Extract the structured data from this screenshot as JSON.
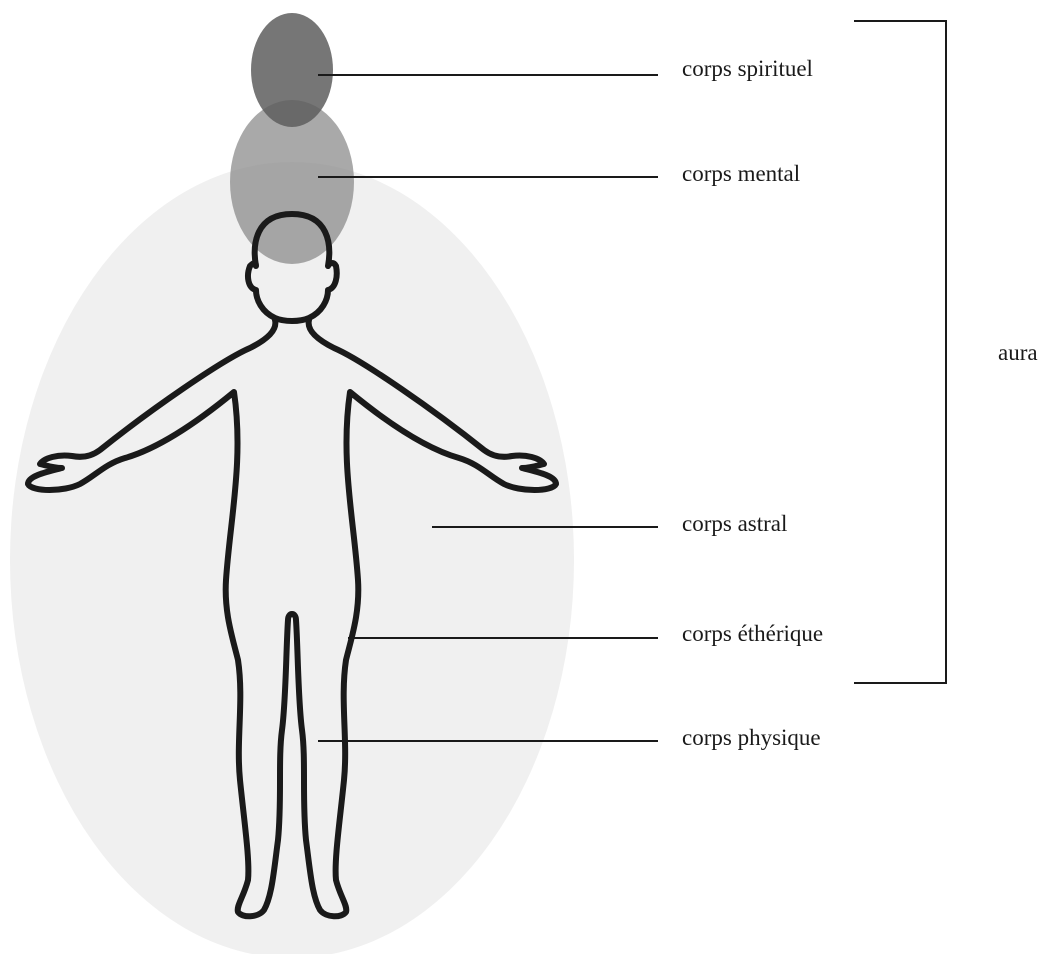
{
  "labels": {
    "spiritual": "corps spirituel",
    "mental": "corps mental",
    "astral": "corps astral",
    "etheric": "corps éthérique",
    "physical": "corps physique",
    "aura": "aura"
  },
  "colors": {
    "aura_fill": "#f0f0f0",
    "mental_fill": "#8c8c8c",
    "spiritual_fill": "#6a6a6a",
    "outline": "#1a1a1a",
    "background": "#ffffff"
  }
}
